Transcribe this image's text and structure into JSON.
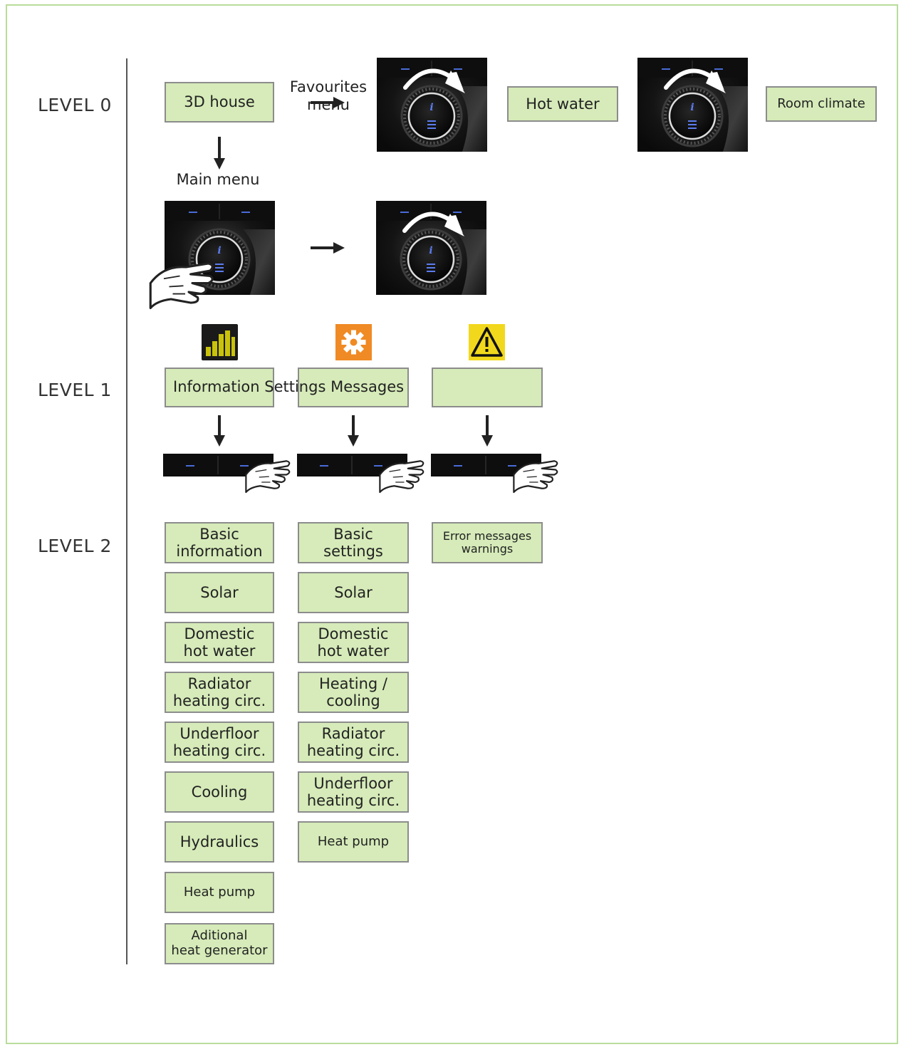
{
  "levels": {
    "level0": "LEVEL 0",
    "level1": "LEVEL 1",
    "level2": "LEVEL 2"
  },
  "level0": {
    "house": "3D house",
    "favourites": "Favourites\nmenu",
    "hot_water": "Hot water",
    "room_climate": "Room climate",
    "main_menu": "Main menu"
  },
  "level1": {
    "information": "Information",
    "settings": "Settings",
    "messages": "Messages",
    "icons": [
      "bar-chart-icon",
      "gear-icon",
      "warning-icon"
    ]
  },
  "level2": {
    "information": [
      "Basic\ninformation",
      "Solar",
      "Domestic\nhot water",
      "Radiator\nheating circ.",
      "Underfloor\nheating circ.",
      "Cooling",
      "Hydraulics",
      "Heat pump",
      "Aditional\nheat generator"
    ],
    "settings": [
      "Basic\nsettings",
      "Solar",
      "Domestic\nhot water",
      "Heating /\ncooling",
      "Radiator\nheating circ.",
      "Underfloor\nheating circ.",
      "Heat pump"
    ],
    "messages": [
      "Error messages\nwarnings"
    ]
  },
  "colors": {
    "box_fill": "#d6ebb9",
    "box_border": "#8c8c8c",
    "frame": "#b9dc9a",
    "icon_bars": "#c9c20a",
    "icon_gear": "#f08a24",
    "icon_warning": "#f2d81c"
  }
}
